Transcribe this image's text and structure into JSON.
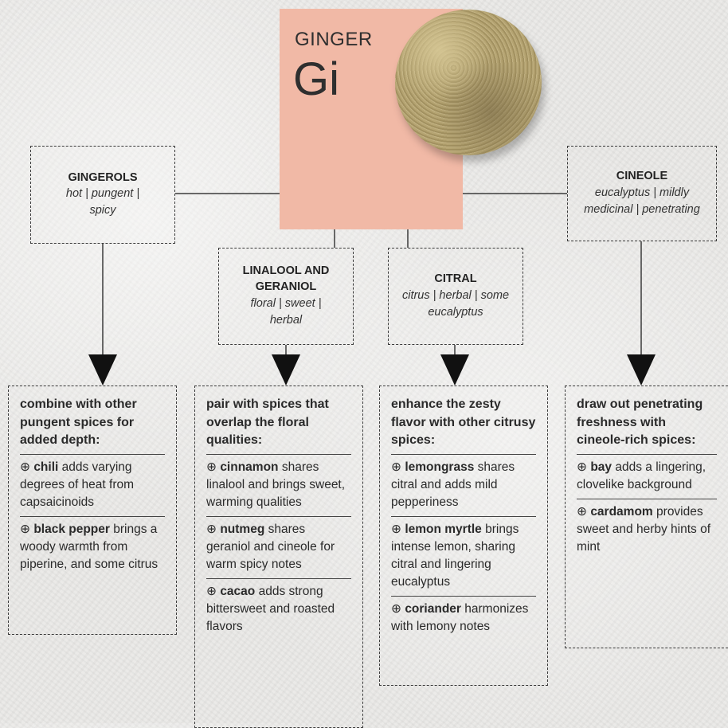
{
  "spice": {
    "name": "GINGER",
    "symbol": "Gi"
  },
  "compounds": [
    {
      "name": "GINGEROLS",
      "notes": "hot  |  pungent  |  spicy"
    },
    {
      "name": "LINALOOL AND GERANIOL",
      "notes": "floral  |  sweet  |  herbal"
    },
    {
      "name": "CITRAL",
      "notes": "citrus  |  herbal  |  some eucalyptus"
    },
    {
      "name": "CINEOLE",
      "notes": "eucalyptus  |  mildly medicinal  |  penetrating"
    }
  ],
  "panels": [
    {
      "heading": "combine with other pungent spices for added depth:",
      "items": [
        {
          "spice": "chili",
          "text": "adds varying degrees of heat from capsaicinoids"
        },
        {
          "spice": "black pepper",
          "text": "brings a woody warmth from piperine, and some citrus"
        }
      ]
    },
    {
      "heading": "pair with spices that overlap the floral qualities:",
      "items": [
        {
          "spice": "cinnamon",
          "text": "shares linalool and brings sweet, warming qualities"
        },
        {
          "spice": "nutmeg",
          "text": "shares geraniol and cineole for warm spicy notes"
        },
        {
          "spice": "cacao",
          "text": "adds strong bittersweet and roasted flavors"
        }
      ]
    },
    {
      "heading": "enhance the zesty flavor with other citrusy spices:",
      "items": [
        {
          "spice": "lemongrass",
          "text": "shares citral and adds mild pepperiness"
        },
        {
          "spice": "lemon myrtle",
          "text": "brings intense lemon, sharing citral and lingering eucalyptus"
        },
        {
          "spice": "coriander",
          "text": "harmonizes with lemony notes"
        }
      ]
    },
    {
      "heading": "draw out penetrating freshness with cineole-rich spices:",
      "items": [
        {
          "spice": "bay",
          "text": "adds a lingering, clovelike background"
        },
        {
          "spice": "cardamom",
          "text": "provides sweet and herby hints of mint"
        }
      ]
    }
  ],
  "item_marker": "⊕",
  "colors": {
    "card": "#f1b9a6",
    "powder": "#ad9c69",
    "line": "#3b3b3b"
  }
}
